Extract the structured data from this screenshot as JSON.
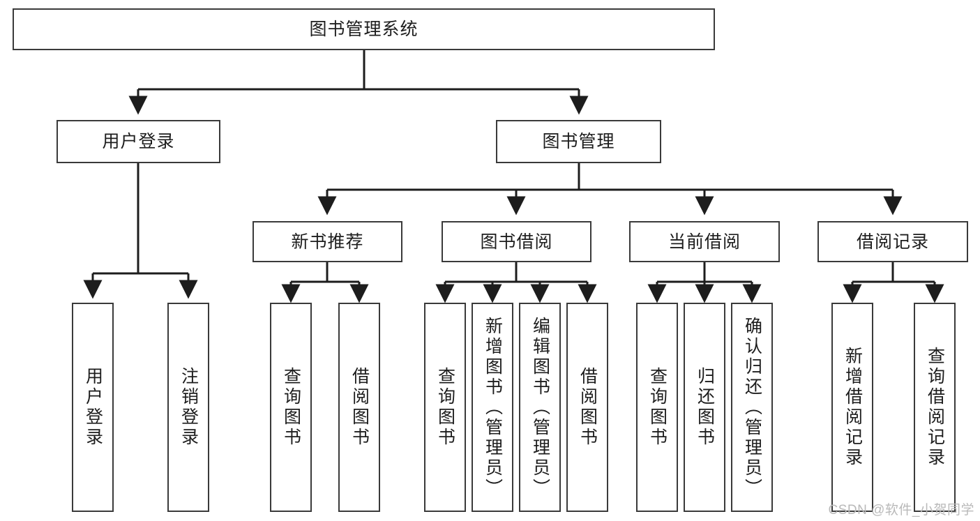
{
  "diagram": {
    "title": "图书管理系统",
    "type": "tree",
    "root": {
      "id": "root",
      "label": "图书管理系统"
    },
    "branches": [
      {
        "id": "user-login",
        "label": "用户登录"
      },
      {
        "id": "book-manage",
        "label": "图书管理"
      }
    ],
    "categories": [
      {
        "id": "new-book-recommend",
        "label": "新书推荐"
      },
      {
        "id": "book-borrow",
        "label": "图书借阅"
      },
      {
        "id": "current-borrow",
        "label": "当前借阅"
      },
      {
        "id": "borrow-record",
        "label": "借阅记录"
      }
    ],
    "leaves": {
      "user_login": [
        {
          "id": "leaf-user-login",
          "label": "用户登录"
        },
        {
          "id": "leaf-logout",
          "label": "注销登录"
        }
      ],
      "new_book_recommend": [
        {
          "id": "leaf-query-book-1",
          "label": "查询图书"
        },
        {
          "id": "leaf-borrow-book-1",
          "label": "借阅图书"
        }
      ],
      "book_borrow": [
        {
          "id": "leaf-query-book-2",
          "label": "查询图书"
        },
        {
          "id": "leaf-add-book",
          "label": "新增图书（管理员）"
        },
        {
          "id": "leaf-edit-book",
          "label": "编辑图书（管理员）"
        },
        {
          "id": "leaf-borrow-book-2",
          "label": "借阅图书"
        }
      ],
      "current_borrow": [
        {
          "id": "leaf-query-book-3",
          "label": "查询图书"
        },
        {
          "id": "leaf-return-book",
          "label": "归还图书"
        },
        {
          "id": "leaf-confirm-return",
          "label": "确认归还（管理员）"
        }
      ],
      "borrow_record": [
        {
          "id": "leaf-add-record",
          "label": "新增借阅记录"
        },
        {
          "id": "leaf-query-record",
          "label": "查询借阅记录"
        }
      ]
    }
  },
  "watermark": {
    "text": "CSDN @软件_小贺同学"
  },
  "colors": {
    "background": "#ffffff",
    "box_border": "#3a3a3a",
    "box_fill": "#ffffff",
    "text": "#1d1d1d",
    "edge": "#1d1d1d",
    "watermark": "#b9b9b9"
  }
}
